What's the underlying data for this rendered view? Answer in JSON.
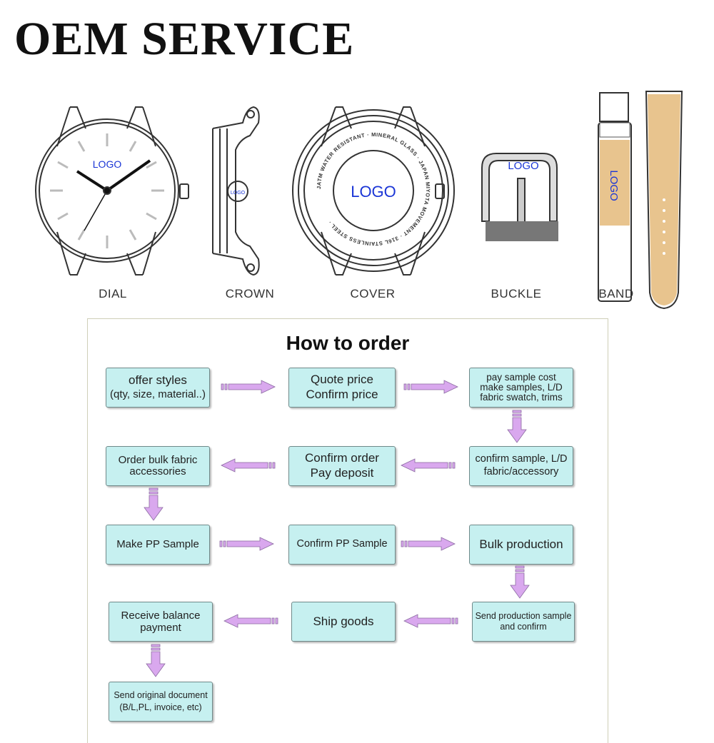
{
  "title": "OEM SERVICE",
  "parts": [
    {
      "label": "DIAL"
    },
    {
      "label": "CROWN"
    },
    {
      "label": "COVER"
    },
    {
      "label": "BUCKLE"
    },
    {
      "label": "BAND"
    }
  ],
  "illustration_text": {
    "dial_logo": "LOGO",
    "crown_logo": "LOGO",
    "cover_logo": "LOGO",
    "buckle_logo": "LOGO",
    "band_logo": "LOGO",
    "cover_ring": "JATM WATER RESISTANT · MINERAL GLASS · JAPAN MIYOTA MOVEMENT · 316L STAINLESS STEEL ·"
  },
  "how_to_order": {
    "title": "How to order",
    "steps": [
      {
        "line1": "offer styles",
        "line2": "(qty, size, material..)"
      },
      {
        "line1": "Quote price",
        "line2": "Confirm price"
      },
      {
        "line1": "pay sample cost",
        "line2": "make samples, L/D",
        "line3": "fabric swatch, trims"
      },
      {
        "line1": "confirm sample, L/D",
        "line2": "fabric/accessory"
      },
      {
        "line1": "Confirm order",
        "line2": "Pay deposit"
      },
      {
        "line1": "Order bulk fabric",
        "line2": "accessories"
      },
      {
        "line1": "Make PP Sample"
      },
      {
        "line1": "Confirm PP Sample"
      },
      {
        "line1": "Bulk production"
      },
      {
        "line1": "Send production sample",
        "line2": "and confirm"
      },
      {
        "line1": "Ship goods"
      },
      {
        "line1": "Receive balance",
        "line2": "payment"
      },
      {
        "line1": "Send original document",
        "line2": "(B/L,PL, invoice, etc)"
      }
    ]
  },
  "colors": {
    "box_fill": "#c6f0f0",
    "box_border": "#6f8a8a",
    "arrow_fill": "#d9a8ee",
    "logo_blue": "#1a35d6",
    "band_tan": "#e8c48e"
  }
}
